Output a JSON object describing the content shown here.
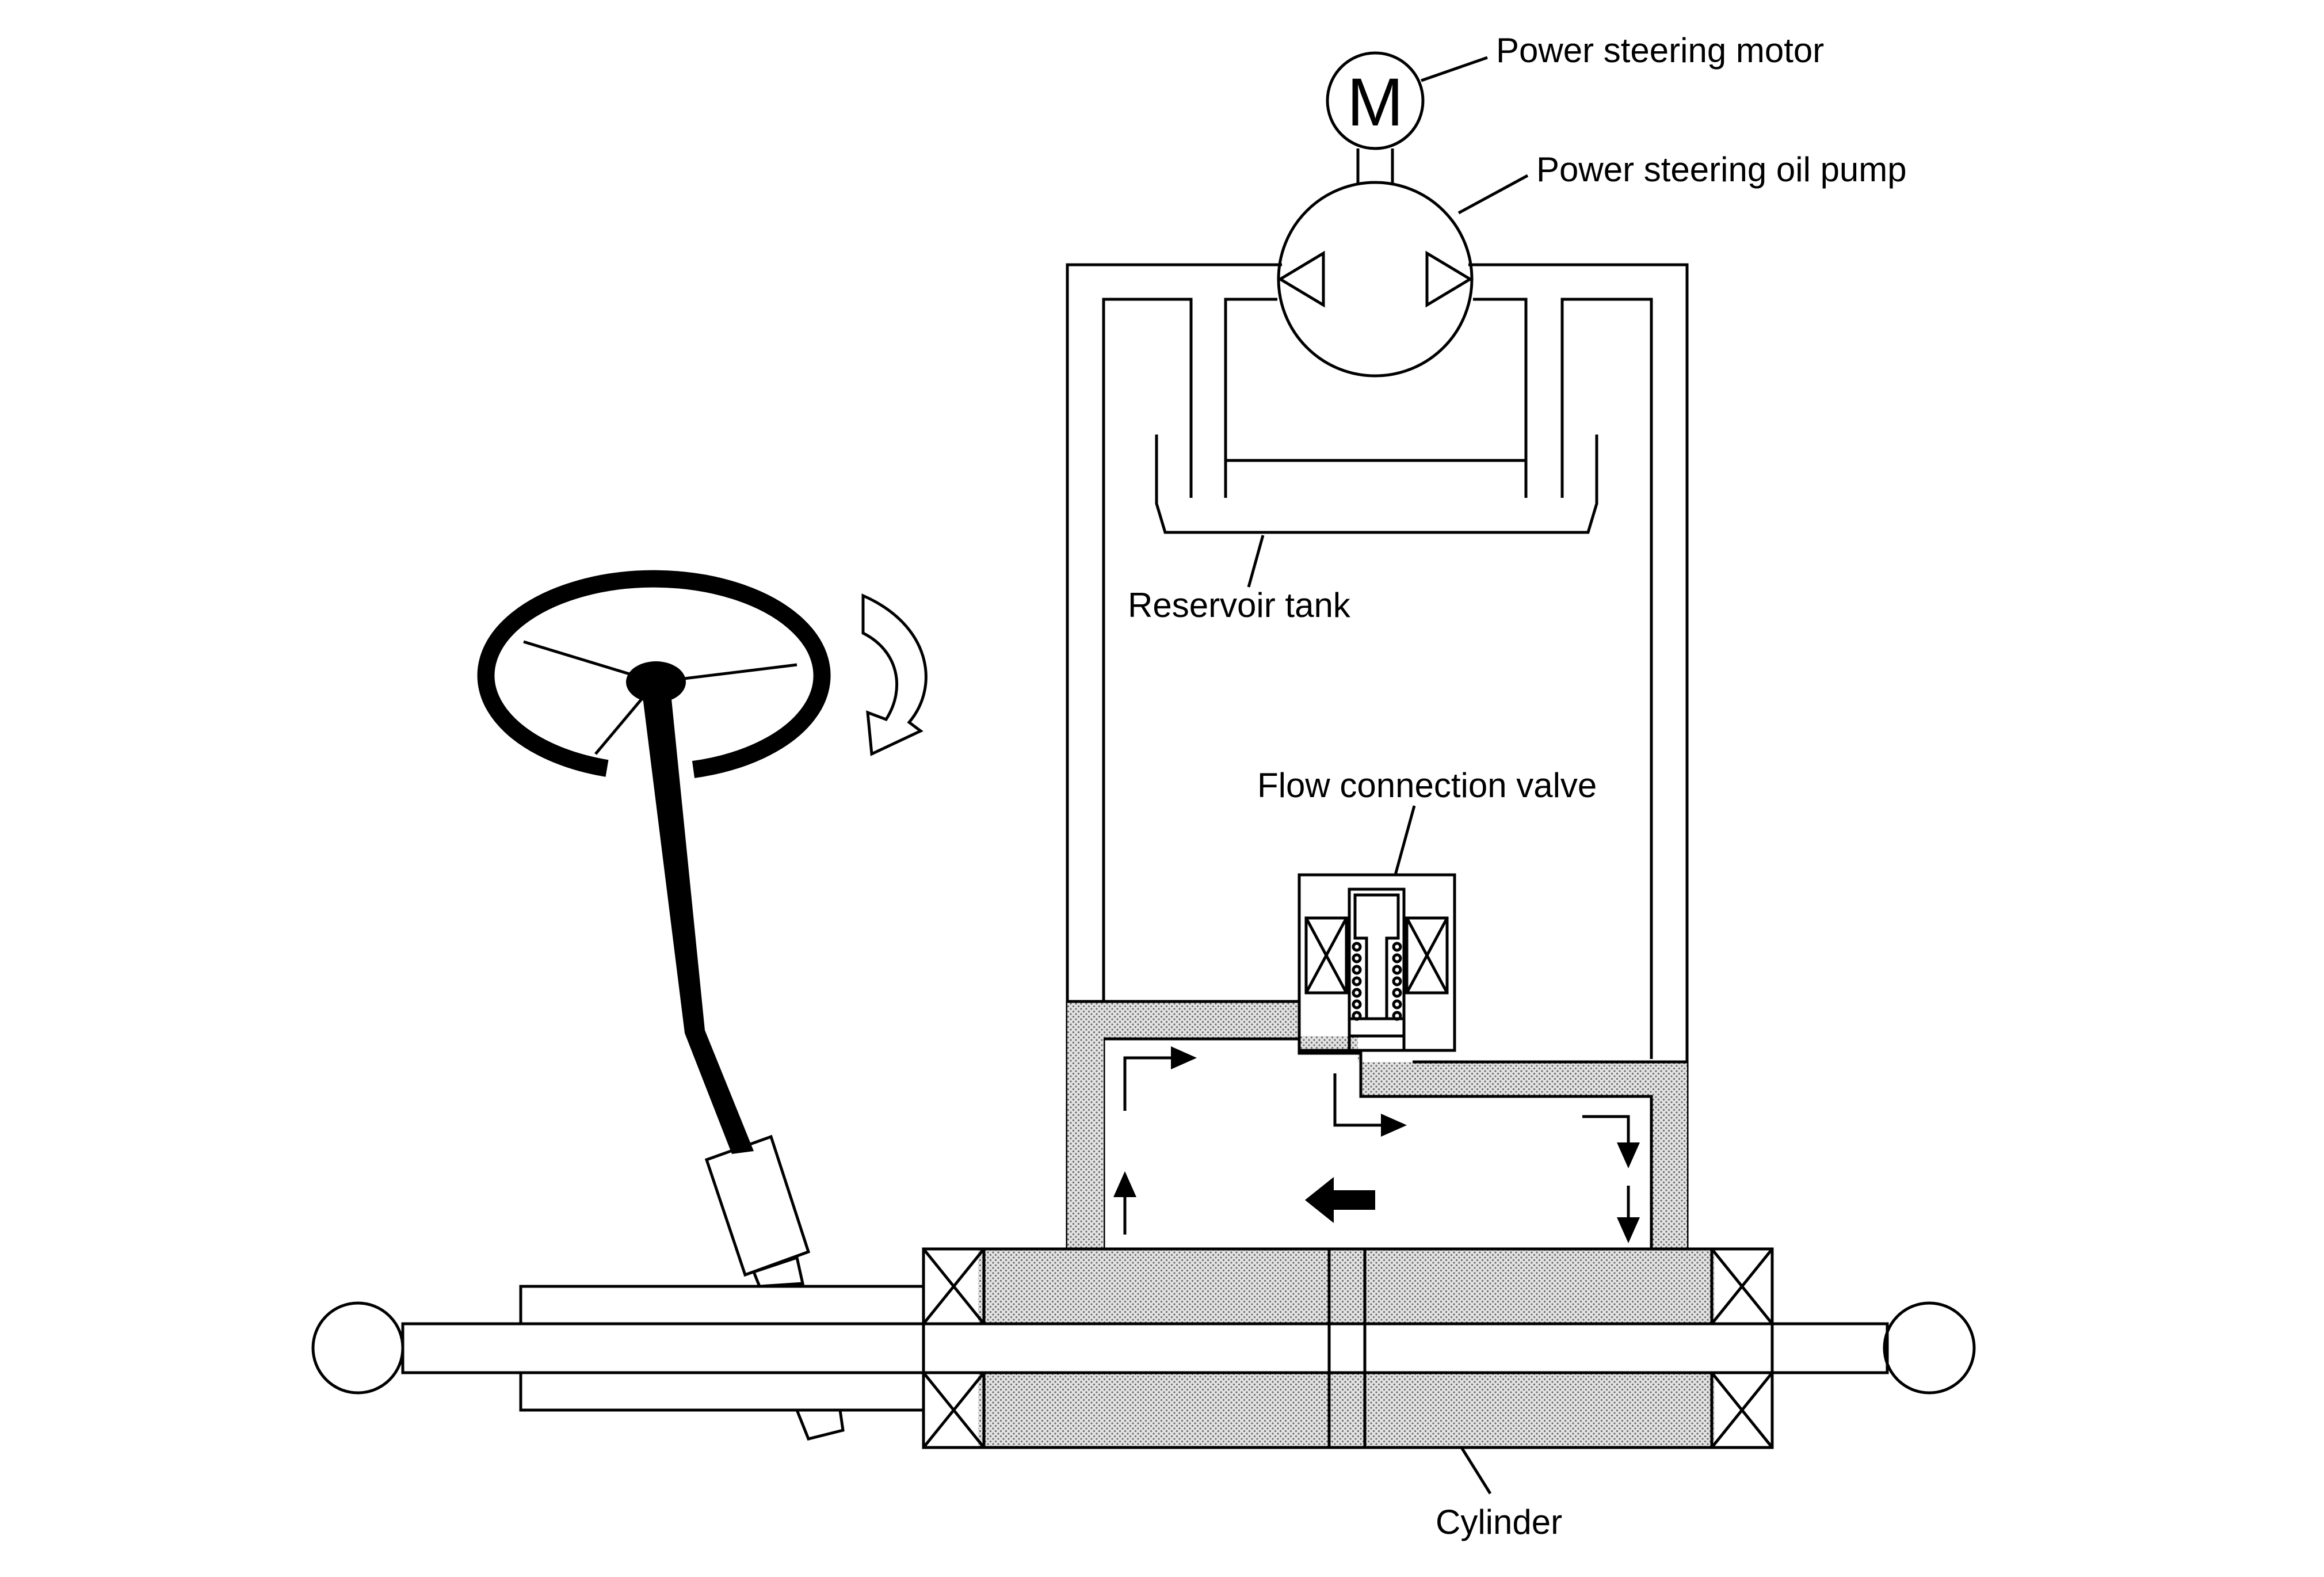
{
  "labels": {
    "motor": "Power steering motor",
    "pump": "Power steering oil pump",
    "reservoir": "Reservoir tank",
    "valve": "Flow connection valve",
    "cylinder": "Cylinder",
    "motor_symbol": "M"
  },
  "colors": {
    "line": "#000000",
    "fluid_fill": "#d9d9d9",
    "background": "#ffffff"
  }
}
